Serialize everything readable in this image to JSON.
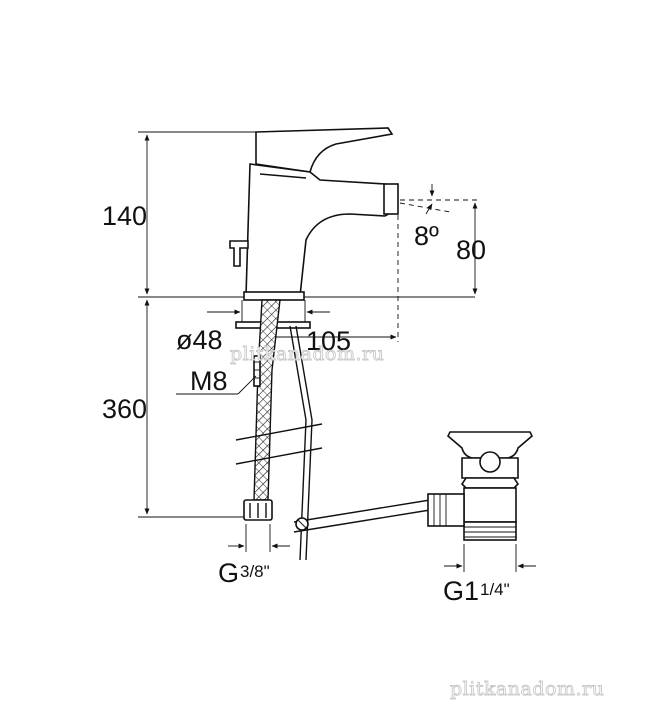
{
  "dimensions": {
    "tap_height": "140",
    "spout_height": "80",
    "spout_angle": "8º",
    "base_diameter": "ø48",
    "spout_reach": "105",
    "thread_stud": "M8",
    "hose_length": "360",
    "hose_connection_main": "G",
    "hose_connection_fraction": "3/8\"",
    "waste_connection_main": "G1",
    "waste_connection_fraction": "1/4\""
  },
  "watermark": {
    "center": "plitkanadom.ru",
    "corner": "plitkanadom.ru"
  },
  "colors": {
    "line": "#111111",
    "background": "#ffffff",
    "watermark_outline": "#c9c9c9"
  }
}
